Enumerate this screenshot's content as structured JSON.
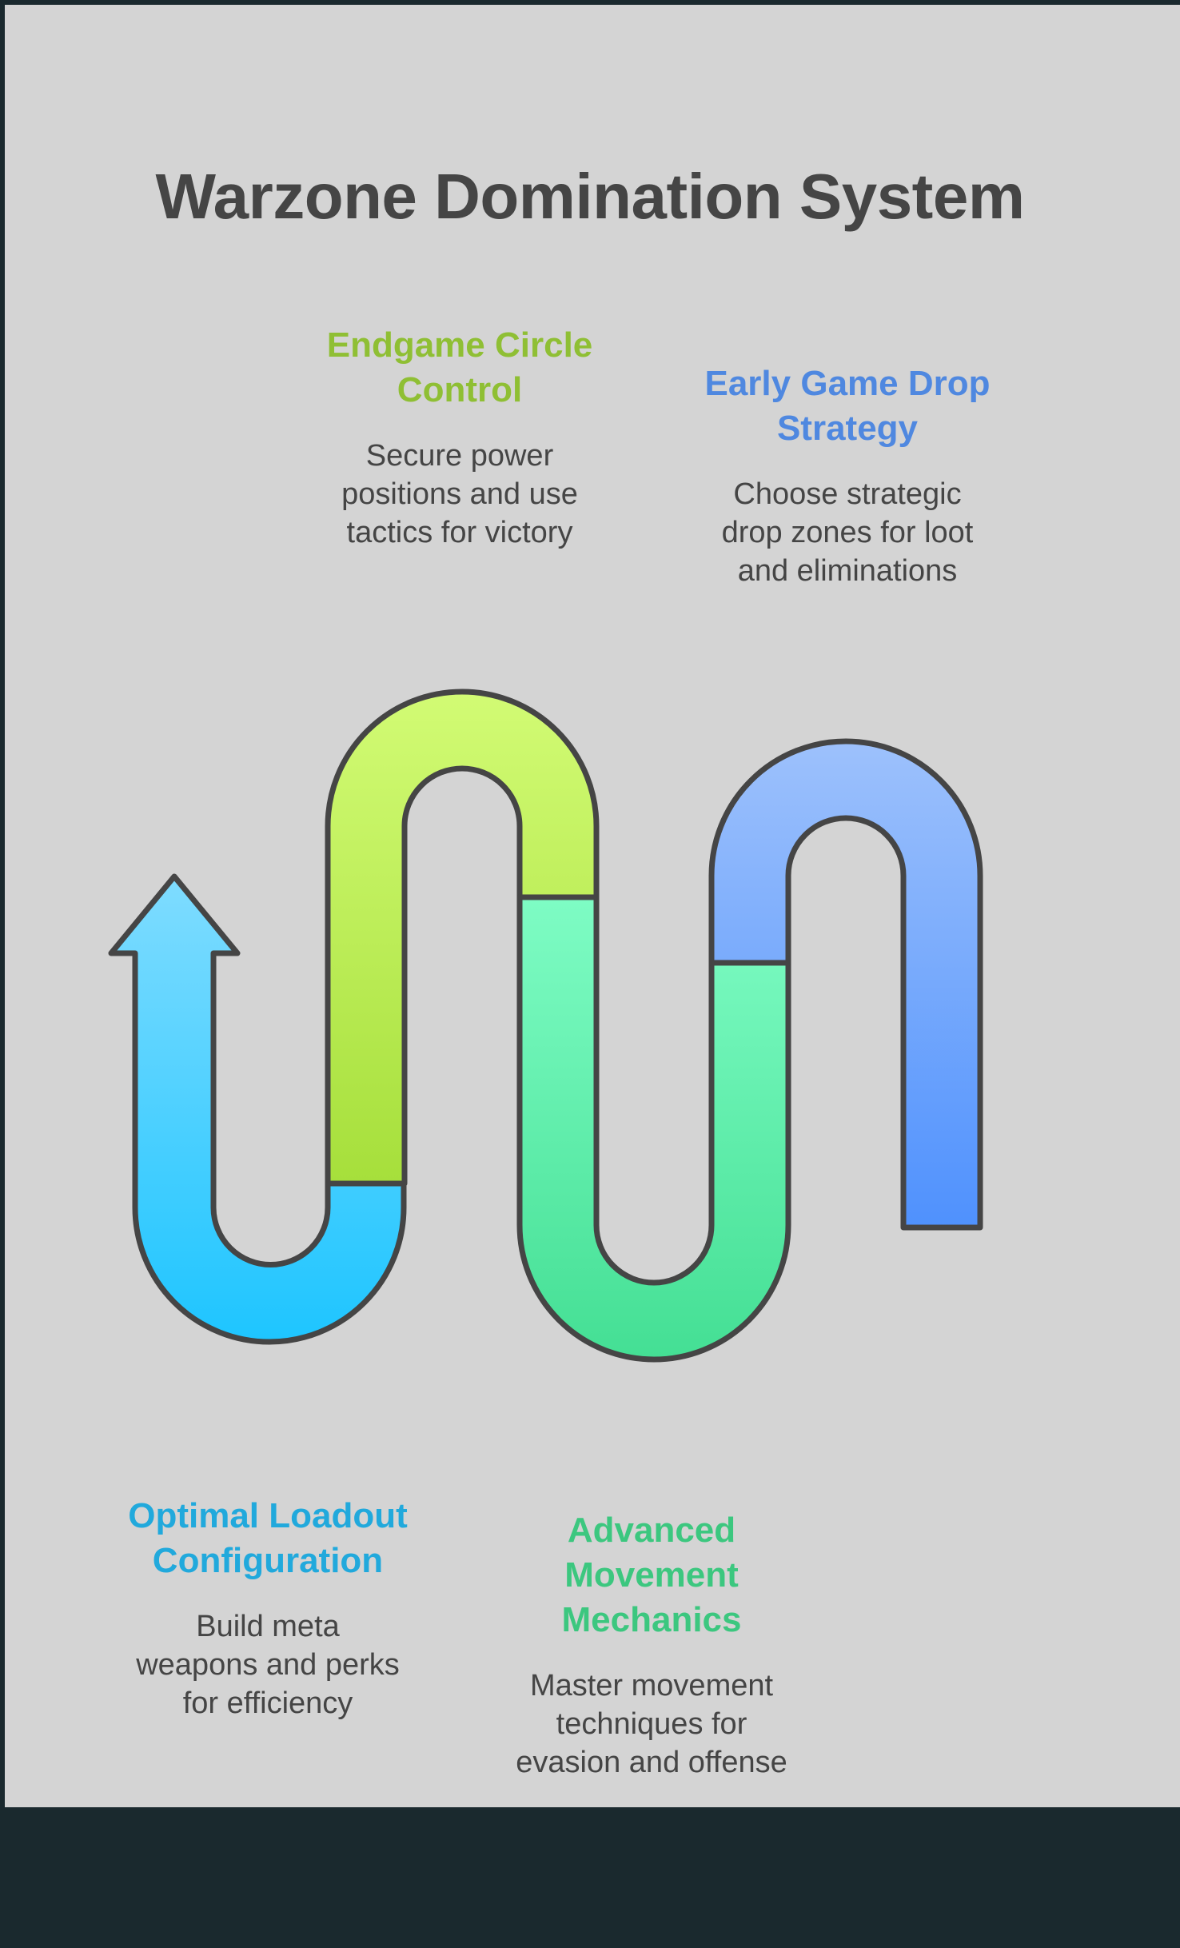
{
  "title": "Warzone Domination System",
  "colors": {
    "background": "#d4d4d4",
    "footer": "#1a292e",
    "title_text": "#454545",
    "body_text": "#454545",
    "outline": "#454545"
  },
  "stages": [
    {
      "key": "loadout",
      "heading": "Optimal Loadout\nConfiguration",
      "description": "Build meta\nweapons and perks\nfor efficiency",
      "heading_color": "#21a9dc",
      "fill_top": "#7fdcff",
      "fill_bottom": "#1ec5ff"
    },
    {
      "key": "endgame",
      "heading": "Endgame Circle\nControl",
      "description": "Secure power\npositions and use\ntactics for victory",
      "heading_color": "#8fbf34",
      "fill_top": "#d2fb74",
      "fill_bottom": "#a6df3b"
    },
    {
      "key": "movement",
      "heading": "Advanced\nMovement\nMechanics",
      "description": "Master movement\ntechniques for\nevasion and offense",
      "heading_color": "#3cc77f",
      "fill_top": "#7efcc4",
      "fill_bottom": "#44df94"
    },
    {
      "key": "drop",
      "heading": "Early Game Drop\nStrategy",
      "description": "Choose strategic\ndrop zones for loot\nand eliminations",
      "heading_color": "#4f88e0",
      "fill_top": "#9dc1fc",
      "fill_bottom": "#4f91fd"
    }
  ]
}
